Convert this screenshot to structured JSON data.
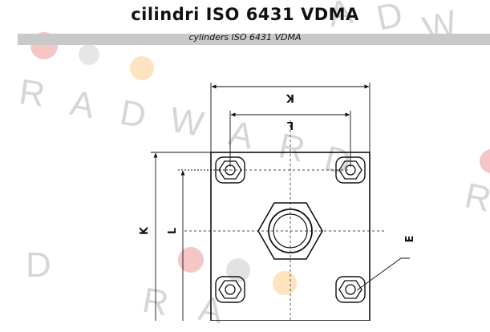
{
  "header": {
    "title": "cilindri ISO 6431 VDMA",
    "subtitle": "cylinders ISO 6431 VDMA"
  },
  "watermark": {
    "letters": [
      "R",
      "A",
      "D",
      "W",
      "A",
      "R",
      "D",
      "A",
      "D",
      "W",
      "R",
      "A",
      "D",
      "R"
    ],
    "color": "#d6d6d6"
  },
  "drawing": {
    "labels": {
      "k_top": "K",
      "l_top": "L",
      "k_left": "K",
      "l_left": "L",
      "e": "E"
    }
  },
  "colors": {
    "dot_red": "#f5c6c6",
    "dot_grey": "#e2e2e2",
    "dot_orange": "#fde3bf"
  }
}
